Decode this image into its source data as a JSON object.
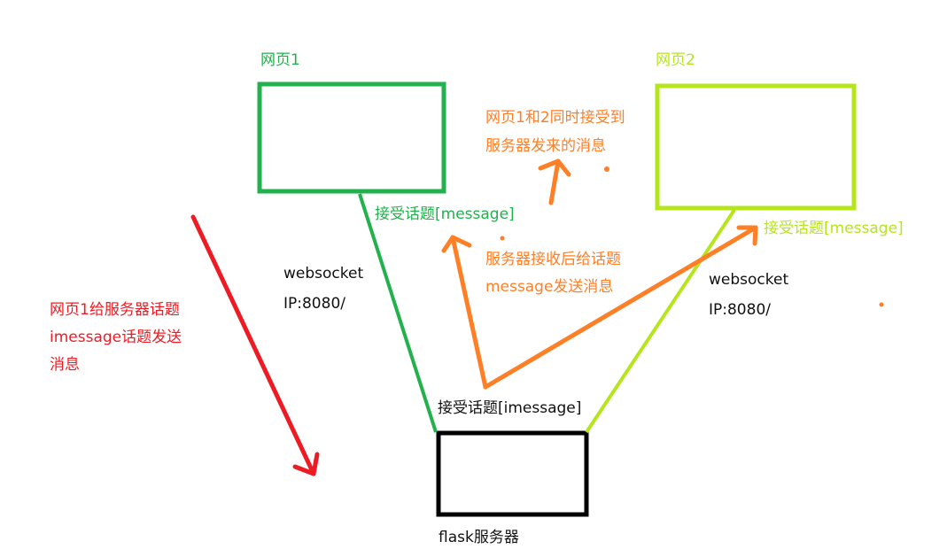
{
  "colors": {
    "page1": "#22b14c",
    "page2": "#b5e61d",
    "server": "#000000",
    "flow": "#ff7f27",
    "send": "#ed1c24"
  },
  "nodes": {
    "page1": {
      "title": "网页1",
      "topic_label": "接受话题[message]"
    },
    "page2": {
      "title": "网页2",
      "topic_label": "接受话题[message]"
    },
    "server": {
      "title": "flask服务器",
      "topic_label": "接受话题[imessage]"
    }
  },
  "connections": {
    "left": {
      "line1": "websocket",
      "line2": "IP:8080/"
    },
    "right": {
      "line1": "websocket",
      "line2": "IP:8080/"
    }
  },
  "annotations": {
    "send_note": {
      "line1": "网页1给服务器话题",
      "line2": "imessage话题发送",
      "line3": "消息"
    },
    "broadcast_note": {
      "line1": "服务器接收后给话题",
      "line2": "message发送消息"
    },
    "receive_note": {
      "line1": "网页1和2同时接受到",
      "line2": "服务器发来的消息"
    }
  }
}
